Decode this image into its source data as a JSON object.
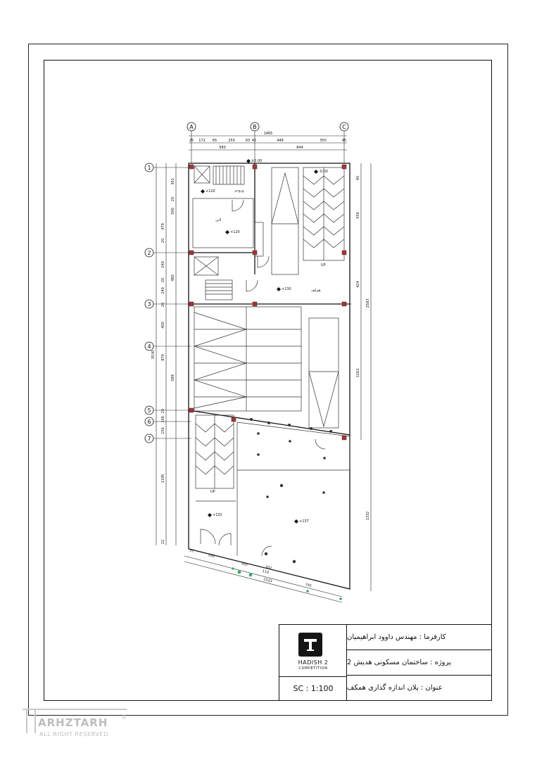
{
  "grid": {
    "columns": [
      "A",
      "B",
      "C"
    ],
    "rows": [
      "1",
      "2",
      "3",
      "4",
      "5",
      "6",
      "7"
    ]
  },
  "dimensions": {
    "top_total": "1465",
    "top_segments": [
      "25",
      "172",
      "65",
      "250",
      "63",
      "45",
      "448",
      "350",
      "45"
    ],
    "top_sub": [
      "580",
      "844"
    ],
    "left_segments": [
      "301",
      "20",
      "500",
      "479",
      "20",
      "240",
      "20",
      "240",
      "20",
      "400",
      "870",
      "20",
      "106",
      "156",
      "1195",
      "22"
    ],
    "left_total": "3530",
    "left_outer": [
      "480",
      "589"
    ],
    "right_segments": [
      "40",
      "556",
      "424",
      "1263",
      "1332"
    ],
    "right_total": "2583",
    "bottom": [
      "51",
      "330",
      "302",
      "110",
      "1533",
      "741"
    ]
  },
  "levels": {
    "lv1": "±0.00",
    "lv2": "-0.00",
    "lv3": "+120",
    "lv4": "+120",
    "lv5": "+130",
    "lv6": "+132",
    "lv7": "+137"
  },
  "room_labels": {
    "lobby": "لابی",
    "entrance": "ورودی",
    "parking": "هم‌کف",
    "up1": "UP",
    "up2": "UP"
  },
  "title_block": {
    "logo_title": "HADISH 2",
    "logo_sub": "COMPETITION",
    "scale": "SC : 1:100",
    "employer": "کارفرما : مهندس داوود ابراهیمیان",
    "project": "پروژه : ساختمان مسکونی هدیش 2",
    "title": "عنوان : پلان اندازه گذاری همکف"
  },
  "watermark": {
    "brand": "ARHZTARH",
    "rights": "ALL RIGHT RESERVED",
    "reg": "®"
  }
}
